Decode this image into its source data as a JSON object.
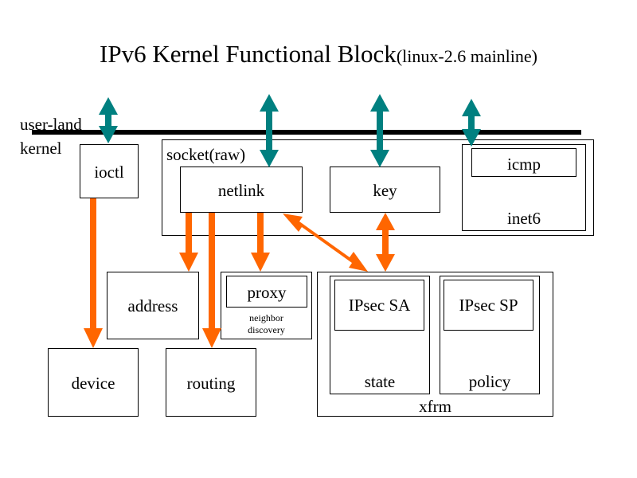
{
  "title": {
    "main": "IPv6 Kernel Functional Block",
    "sub": "(linux-2.6 mainline)"
  },
  "layers": {
    "user": "user-land",
    "kernel": "kernel"
  },
  "blocks": {
    "ioctl": "ioctl",
    "socket": "socket(raw)",
    "netlink": "netlink",
    "key": "key",
    "icmp": "icmp",
    "inet6": "inet6",
    "address": "address",
    "proxy": "proxy",
    "neighbor_discovery": "neighbor\ndiscovery",
    "ipsec_sa": "IPsec SA",
    "ipsec_sp": "IPsec SP",
    "state": "state",
    "policy": "policy",
    "xfrm": "xfrm",
    "device": "device",
    "routing": "routing"
  },
  "colors": {
    "teal_arrow": "#008080",
    "orange_arrow": "#ff6600",
    "boundary_line": "#000000"
  }
}
